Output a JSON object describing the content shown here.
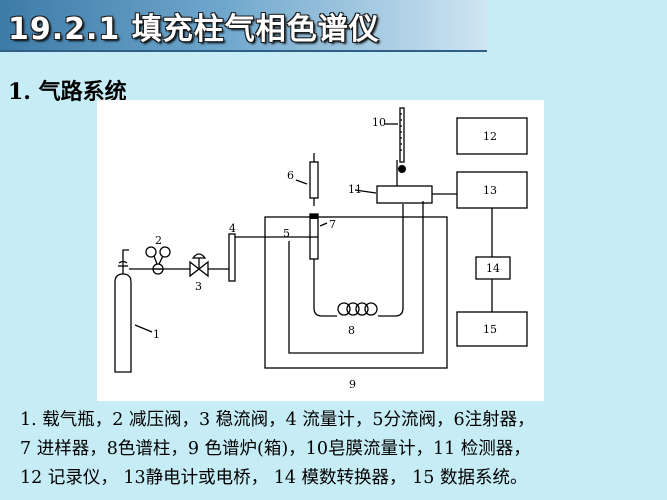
{
  "title": "19.2.1 填充柱气相色谱仪",
  "section_heading": "1. 气路系统",
  "diagram": {
    "labels": {
      "n1": "1",
      "n2": "2",
      "n3": "3",
      "n4": "4",
      "n5": "5",
      "n6": "6",
      "n7": "7",
      "n8": "8",
      "n9": "9",
      "n10": "10",
      "n11": "11",
      "n12": "12",
      "n13": "13",
      "n14": "14",
      "n15": "15"
    }
  },
  "caption": {
    "line1": "1. 载气瓶，2 减压阀，3 稳流阀，4 流量计，5分流阀，6注射器，",
    "line2": "7 进样器，8色谱柱，9 色谱炉(箱)，10皂膜流量计，11 检测器，",
    "line3": "12 记录仪， 13静电计或电桥， 14 模数转换器， 15 数据系统。"
  }
}
